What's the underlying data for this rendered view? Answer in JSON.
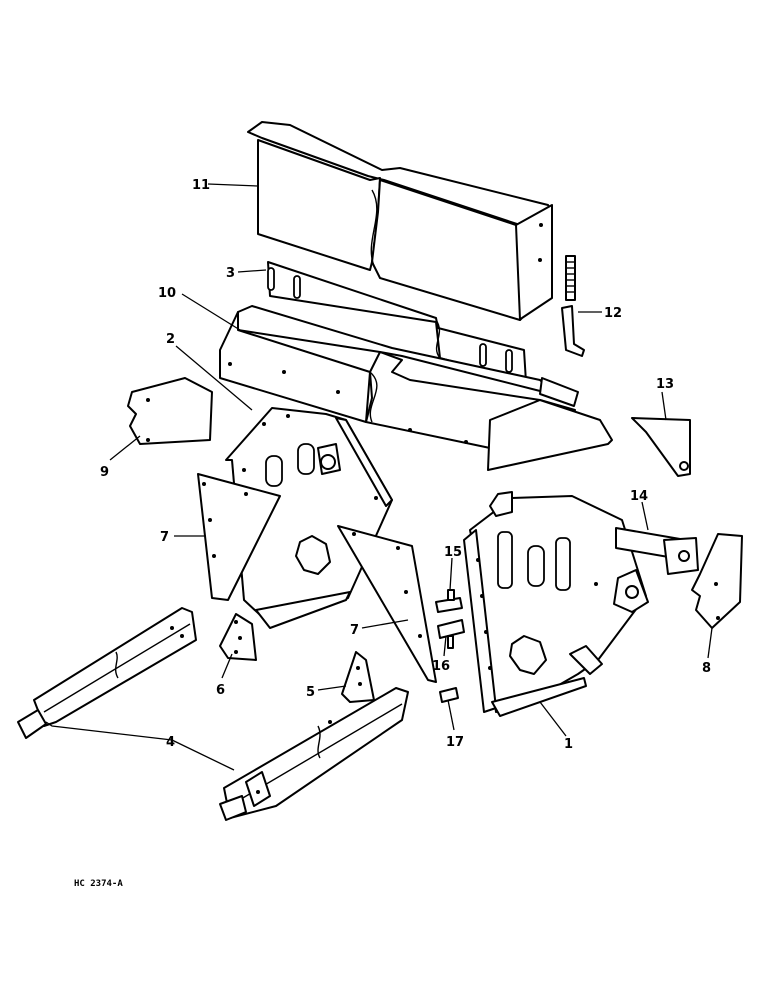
{
  "callouts": [
    "1",
    "2",
    "3",
    "4",
    "5",
    "6",
    "7",
    "7",
    "8",
    "9",
    "10",
    "11",
    "12",
    "13",
    "14",
    "15",
    "16",
    "17"
  ],
  "figure_code": "HC 2374-A",
  "colors": {
    "ink": "#000000",
    "paper": "#ffffff"
  }
}
